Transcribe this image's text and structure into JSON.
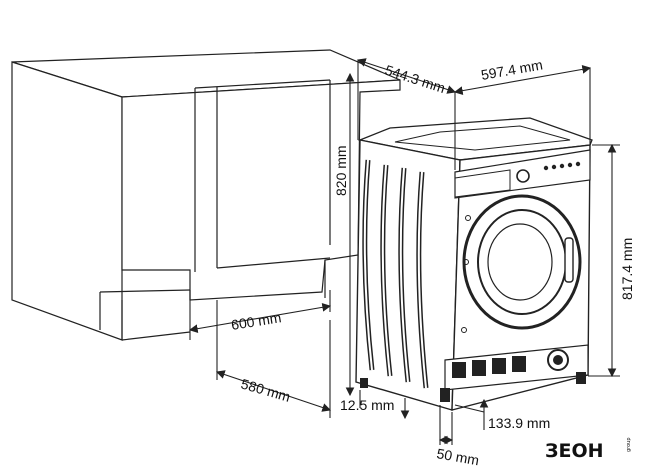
{
  "dimensions": {
    "depth_top": "544.3 mm",
    "width_top": "597.4 mm",
    "niche_height": "820 mm",
    "machine_height": "817.4 mm",
    "niche_width": "600 mm",
    "niche_depth": "580 mm",
    "plinth_offset": "12.5 mm",
    "foot_distance": "133.9 mm",
    "foot_setback": "50 mm"
  },
  "logo": {
    "brand": "ЗЕОН",
    "subtext": "group"
  },
  "colors": {
    "line": "#222222",
    "machine_body": "#ffffff",
    "machine_dark": "#1a1a1a"
  }
}
